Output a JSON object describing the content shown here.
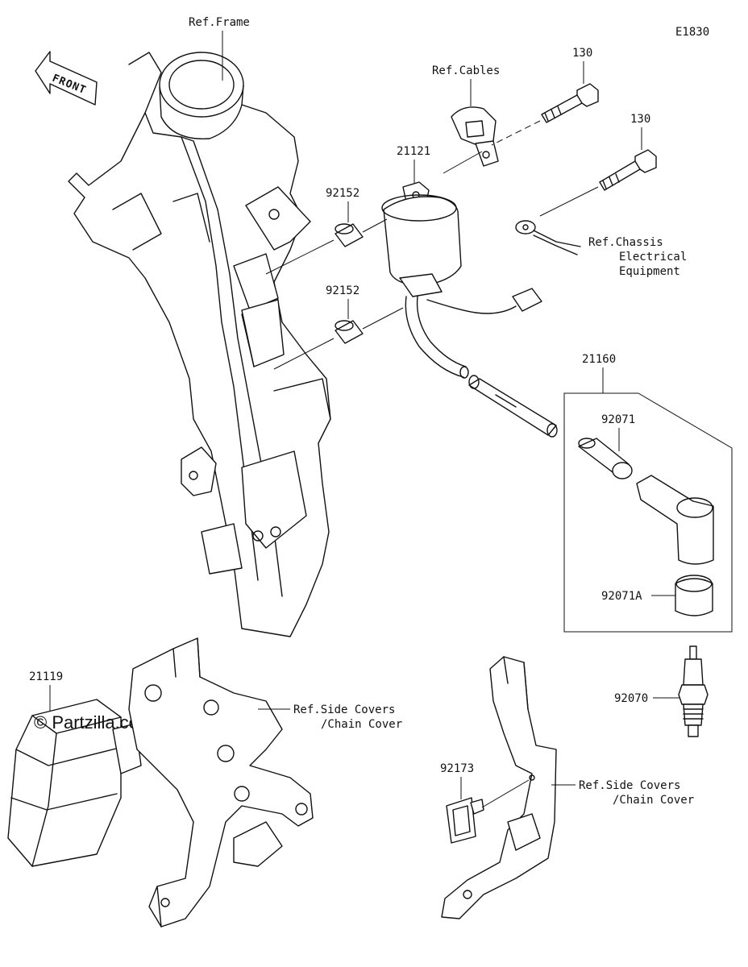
{
  "diagram_code": "E1830",
  "watermark": "© Partzilla.com",
  "front_label": "FRONT",
  "references": {
    "frame": "Ref.Frame",
    "cables": "Ref.Cables",
    "chassis_1": "Ref.Chassis",
    "chassis_2": "Electrical",
    "chassis_3": "Equipment",
    "side_covers_a_1": "Ref.Side Covers",
    "side_covers_a_2": "/Chain Cover",
    "side_covers_b_1": "Ref.Side Covers",
    "side_covers_b_2": "/Chain Cover"
  },
  "parts": {
    "bolt_upper": "130",
    "bolt_lower": "130",
    "ignition_coil": "21121",
    "collar_upper": "92152",
    "collar_lower": "92152",
    "cap_assembly": "21160",
    "cap_part": "92071",
    "cap_seal": "92071A",
    "spark_plug": "92070",
    "igniter": "21119",
    "clip": "92173"
  }
}
